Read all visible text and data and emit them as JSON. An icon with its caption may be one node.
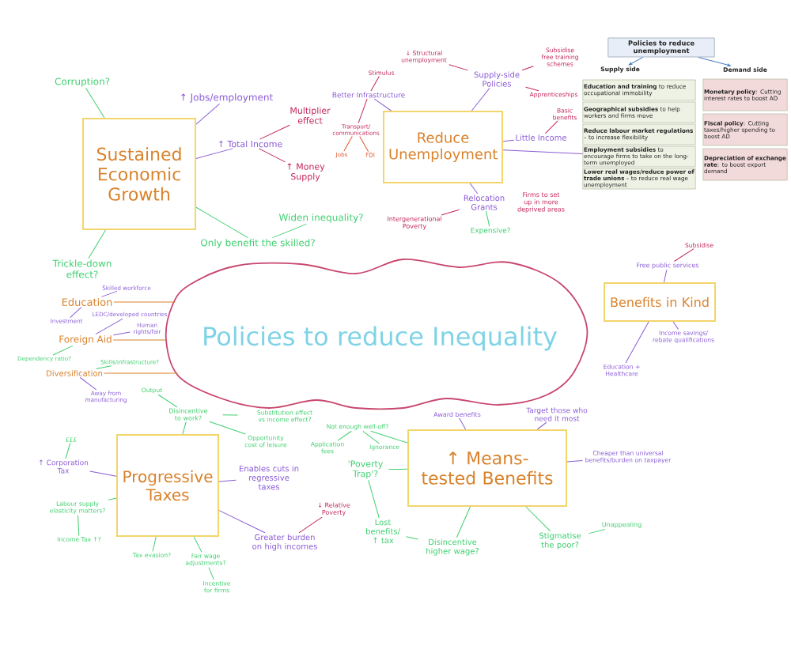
{
  "diagram": {
    "nodes": [
      {
        "text": [
          "Policies to reduce Inequality"
        ]
      },
      {
        "text": [
          "Sustained Economic Growth"
        ]
      },
      {
        "text": [
          "Corruption?"
        ]
      },
      {
        "text": [
          "↑ Jobs/employment"
        ]
      },
      {
        "text": [
          "↑ Total Income"
        ]
      },
      {
        "text": [
          "Multiplier effect"
        ]
      },
      {
        "text": [
          "↑ Money Supply"
        ]
      },
      {
        "text": [
          "Only benefit the skilled?"
        ]
      },
      {
        "text": [
          "Widen inequality?"
        ]
      },
      {
        "text": [
          "Trickle-down effect?"
        ]
      },
      {
        "text": [
          "Reduce Unemployment"
        ]
      },
      {
        "text": [
          "Better Infrastructure"
        ]
      },
      {
        "text": [
          "Stimulus"
        ]
      },
      {
        "text": [
          "Transport/ communications"
        ]
      },
      {
        "text": [
          "Jobs"
        ]
      },
      {
        "text": [
          "FDI"
        ]
      },
      {
        "text": [
          "↓ Structural unemployment"
        ]
      },
      {
        "text": [
          "Supply-side Policies"
        ]
      },
      {
        "text": [
          "Subsidise free training schemes"
        ]
      },
      {
        "text": [
          "Apprenticeships"
        ]
      },
      {
        "text": [
          "Little Income"
        ]
      },
      {
        "text": [
          "Basic benefits"
        ]
      },
      {
        "text": [
          "Relocation Grants"
        ]
      },
      {
        "text": [
          "Intergenerational Poverty"
        ]
      },
      {
        "text": [
          "Expensive?"
        ]
      },
      {
        "text": [
          "Firms to set up in more deprived areas"
        ]
      },
      {
        "text": [
          "Policies to reduce unemployment"
        ]
      },
      {
        "text": [
          "Supply side"
        ]
      },
      {
        "text": [
          "Demand side"
        ]
      },
      {
        "text": [
          "**Education and training** to reduce occupational immobility"
        ]
      },
      {
        "text": [
          "**Geographical subsidies** to help workers and firms move"
        ]
      },
      {
        "text": [
          "**Reduce labour market regulations** – to increase flexibility"
        ]
      },
      {
        "text": [
          "**Employment subsidies** to encourage firms to take on the long-term unemployed"
        ]
      },
      {
        "text": [
          "**Lower real wages/reduce power of trade unions** – to reduce real wage unemployment"
        ]
      },
      {
        "text": [
          "**Monetary policy**: Cutting interest rates to boost AD"
        ]
      },
      {
        "text": [
          "**Fiscal policy**: Cutting taxes/higher spending to boost AD"
        ]
      },
      {
        "text": [
          "**Depreciation of exchange rate**: to boost export demand"
        ]
      },
      {
        "text": [
          "Education"
        ]
      },
      {
        "text": [
          "Skilled workforce"
        ]
      },
      {
        "text": [
          "Investment"
        ]
      },
      {
        "text": [
          "Foreign Aid"
        ]
      },
      {
        "text": [
          "LEDC/developed countries"
        ]
      },
      {
        "text": [
          "Human rights/fair"
        ]
      },
      {
        "text": [
          "Dependency ratio?"
        ]
      },
      {
        "text": [
          "Diversification"
        ]
      },
      {
        "text": [
          "Skills/infrastructure?"
        ]
      },
      {
        "text": [
          "Away from manufacturing"
        ]
      },
      {
        "text": [
          "Benefits in Kind"
        ]
      },
      {
        "text": [
          "Free public services"
        ]
      },
      {
        "text": [
          "Subsidise"
        ]
      },
      {
        "text": [
          "Income savings/ rebate qualifications"
        ]
      },
      {
        "text": [
          "Education + Healthcare"
        ]
      },
      {
        "text": [
          "Progressive Taxes"
        ]
      },
      {
        "text": [
          "↑ Corporation Tax"
        ]
      },
      {
        "text": [
          "£££"
        ]
      },
      {
        "text": [
          "Labour supply elasticity matters?"
        ]
      },
      {
        "text": [
          "Income Tax ↑?"
        ]
      },
      {
        "text": [
          "Tax evasion?"
        ]
      },
      {
        "text": [
          "Fair wage adjustments?"
        ]
      },
      {
        "text": [
          "Incentive for firms"
        ]
      },
      {
        "text": [
          "Enables cuts in regressive taxes"
        ]
      },
      {
        "text": [
          "Greater burden on high incomes"
        ]
      },
      {
        "text": [
          "↓ Relative Poverty"
        ]
      },
      {
        "text": [
          "Disincentive to work?"
        ]
      },
      {
        "text": [
          "Output"
        ]
      },
      {
        "text": [
          "Substitution effect vs income effect?"
        ]
      },
      {
        "text": [
          "Opportunity cost of leisure"
        ]
      },
      {
        "text": [
          "↑ Means-tested Benefits"
        ]
      },
      {
        "text": [
          "Award benefits"
        ]
      },
      {
        "text": [
          "Target those who need it most"
        ]
      },
      {
        "text": [
          "Cheaper than universal benefits/burden on taxpayer"
        ]
      },
      {
        "text": [
          "Stigmatise the poor?"
        ]
      },
      {
        "text": [
          "Unappealing"
        ]
      },
      {
        "text": [
          "Disincentive higher wage?"
        ]
      },
      {
        "text": [
          "Lost benefits/ ↑ tax"
        ]
      },
      {
        "text": [
          "'Poverty Trap'?"
        ]
      },
      {
        "text": [
          "Not enough well-off?"
        ]
      },
      {
        "text": [
          "Application fees"
        ]
      },
      {
        "text": [
          "Ignorance"
        ]
      }
    ],
    "edges": [
      {
        "from": 1,
        "to": 2,
        "arrow": "none"
      },
      {
        "from": 1,
        "to": 3,
        "arrow": "none",
        "color": "#8b5cd6"
      },
      {
        "from": 1,
        "to": 4,
        "arrow": "none",
        "color": "#8b5cd6"
      },
      {
        "from": 4,
        "to": 5,
        "arrow": "none",
        "color": "#c2275a"
      },
      {
        "from": 4,
        "to": 6,
        "arrow": "none",
        "color": "#c2275a"
      },
      {
        "from": 1,
        "to": 7,
        "arrow": "none"
      },
      {
        "from": 7,
        "to": 8,
        "arrow": "none"
      },
      {
        "from": 1,
        "to": 9,
        "arrow": "none"
      },
      {
        "from": 10,
        "to": 11,
        "arrow": "none",
        "color": "#8b5cd6"
      },
      {
        "from": 11,
        "to": 12,
        "arrow": "none",
        "color": "#c2275a"
      },
      {
        "from": 11,
        "to": 13,
        "arrow": "none",
        "color": "#c2275a"
      },
      {
        "from": 13,
        "to": 14,
        "arrow": "none",
        "color": "#e0562b"
      },
      {
        "from": 13,
        "to": 15,
        "arrow": "none",
        "color": "#e0562b"
      },
      {
        "from": 10,
        "to": 17,
        "arrow": "none",
        "color": "#8b5cd6"
      },
      {
        "from": 17,
        "to": 16,
        "arrow": "none",
        "color": "#c2275a"
      },
      {
        "from": 17,
        "to": 18,
        "arrow": "none",
        "color": "#c2275a"
      },
      {
        "from": 17,
        "to": 19,
        "arrow": "none",
        "color": "#c2275a"
      },
      {
        "from": 10,
        "to": 20,
        "arrow": "none",
        "color": "#8b5cd6"
      },
      {
        "from": 20,
        "to": 21,
        "arrow": "none",
        "color": "#c2275a"
      },
      {
        "from": 10,
        "to": 22,
        "arrow": "none",
        "color": "#8b5cd6"
      },
      {
        "from": 22,
        "to": 23,
        "arrow": "none",
        "color": "#c2275a"
      },
      {
        "from": 22,
        "to": 24,
        "arrow": "none"
      },
      {
        "from": 10,
        "to": 32,
        "arrow": "none",
        "color": "#8b5cd6"
      },
      {
        "from": 26,
        "to": 27,
        "arrow": "to",
        "color": "#4a7fc1"
      },
      {
        "from": 26,
        "to": 28,
        "arrow": "to",
        "color": "#4a7fc1"
      },
      {
        "from": 37,
        "to": 0,
        "arrow": "none",
        "color": "#d9822b"
      },
      {
        "from": 40,
        "to": 0,
        "arrow": "none",
        "color": "#d9822b"
      },
      {
        "from": 44,
        "to": 0,
        "arrow": "none",
        "color": "#d9822b"
      },
      {
        "from": 37,
        "to": 38,
        "arrow": "none",
        "color": "#8b5cd6"
      },
      {
        "from": 37,
        "to": 39,
        "arrow": "none",
        "color": "#8b5cd6"
      },
      {
        "from": 40,
        "to": 41,
        "arrow": "none",
        "color": "#8b5cd6"
      },
      {
        "from": 40,
        "to": 42,
        "arrow": "none",
        "color": "#8b5cd6"
      },
      {
        "from": 40,
        "to": 43,
        "arrow": "none"
      },
      {
        "from": 44,
        "to": 45,
        "arrow": "none"
      },
      {
        "from": 44,
        "to": 46,
        "arrow": "none",
        "color": "#8b5cd6"
      },
      {
        "from": 47,
        "to": 48,
        "arrow": "none",
        "color": "#8b5cd6"
      },
      {
        "from": 48,
        "to": 49,
        "arrow": "none",
        "color": "#c2275a"
      },
      {
        "from": 47,
        "to": 50,
        "arrow": "none",
        "color": "#8b5cd6"
      },
      {
        "from": 47,
        "to": 51,
        "arrow": "none",
        "color": "#8b5cd6"
      },
      {
        "from": 52,
        "to": 53,
        "arrow": "none",
        "color": "#8b5cd6"
      },
      {
        "from": 53,
        "to": 54,
        "arrow": "none"
      },
      {
        "from": 52,
        "to": 55,
        "arrow": "none"
      },
      {
        "from": 55,
        "to": 56,
        "arrow": "none"
      },
      {
        "from": 52,
        "to": 57,
        "arrow": "none"
      },
      {
        "from": 52,
        "to": 58,
        "arrow": "none"
      },
      {
        "from": 58,
        "to": 59,
        "arrow": "none"
      },
      {
        "from": 52,
        "to": 60,
        "arrow": "none",
        "color": "#8b5cd6"
      },
      {
        "from": 52,
        "to": 61,
        "arrow": "none",
        "color": "#8b5cd6"
      },
      {
        "from": 61,
        "to": 62,
        "arrow": "none",
        "color": "#c2275a"
      },
      {
        "from": 52,
        "to": 63,
        "arrow": "none"
      },
      {
        "from": 63,
        "to": 64,
        "arrow": "none"
      },
      {
        "from": 63,
        "to": 65,
        "arrow": "none"
      },
      {
        "from": 63,
        "to": 66,
        "arrow": "none"
      },
      {
        "from": 67,
        "to": 68,
        "arrow": "none",
        "color": "#8b5cd6"
      },
      {
        "from": 67,
        "to": 69,
        "arrow": "none",
        "color": "#8b5cd6"
      },
      {
        "from": 67,
        "to": 70,
        "arrow": "none",
        "color": "#8b5cd6"
      },
      {
        "from": 67,
        "to": 71,
        "arrow": "none"
      },
      {
        "from": 71,
        "to": 72,
        "arrow": "none"
      },
      {
        "from": 67,
        "to": 73,
        "arrow": "none"
      },
      {
        "from": 67,
        "to": 75,
        "arrow": "none"
      },
      {
        "from": 75,
        "to": 74,
        "arrow": "none"
      },
      {
        "from": 74,
        "to": 73,
        "arrow": "none"
      },
      {
        "from": 67,
        "to": 76,
        "arrow": "none"
      },
      {
        "from": 76,
        "to": 77,
        "arrow": "none"
      },
      {
        "from": 76,
        "to": 78,
        "arrow": "none"
      }
    ]
  }
}
